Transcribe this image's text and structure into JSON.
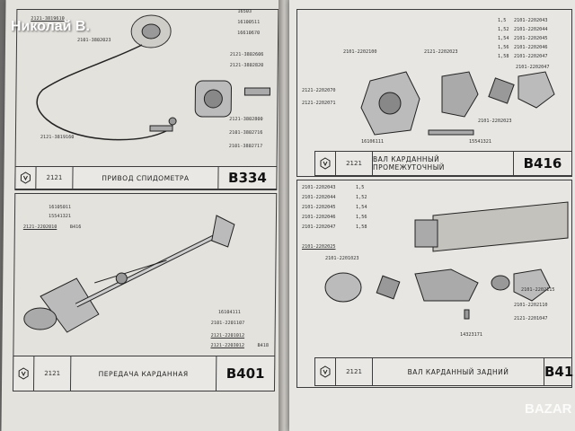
{
  "watermark": {
    "author": "Николай В."
  },
  "left_page": {
    "top": {
      "model": "2121",
      "title": "ПРИВОД СПИДОМЕТРА",
      "code": "В334",
      "parts": [
        "2121-3819610",
        "2101-3802023",
        "16503",
        "16100511",
        "16610670",
        "2121-3802606",
        "2121-3802820",
        "2121-3802800",
        "2101-3802716",
        "2101-3802717",
        "2121-3819160"
      ]
    },
    "bottom": {
      "model": "2121",
      "title": "ПЕРЕДАЧА КАРДАННАЯ",
      "code": "В401",
      "parts": [
        "16105011",
        "15541321",
        "2121-2202010",
        "В416",
        "16104111",
        "2101-2201107",
        "2121-2201012",
        "2121-2203012",
        "В418"
      ]
    }
  },
  "right_page": {
    "top": {
      "model": "2121",
      "title": "ВАЛ КАРДАННЫЙ ПРОМЕЖУТОЧНЫЙ",
      "code": "В416",
      "parts": [
        "2101-2202043",
        "2101-2202044",
        "2101-2202045",
        "2101-2202046",
        "2101-2202047",
        "2101-2202100",
        "2121-2202023",
        "2121-2202070",
        "2121-2202071",
        "2101-2202023",
        "16106111",
        "15541321",
        "2101-2202047"
      ],
      "sizes": [
        "1,5",
        "1,52",
        "1,54",
        "1,56",
        "1,58"
      ]
    },
    "bottom": {
      "model": "2121",
      "title": "ВАЛ КАРДАННЫЙ ЗАДНИЙ",
      "code": "В41",
      "parts": [
        "2101-2202043",
        "2101-2202044",
        "2101-2202045",
        "2101-2202046",
        "2101-2202047",
        "2101-2202025",
        "2101-2201023",
        "2101-2202115",
        "2101-2202110",
        "2121-2201047",
        "14323171"
      ],
      "sizes": [
        "1,5",
        "1,52",
        "1,54",
        "1,56",
        "1,58"
      ]
    }
  },
  "site_logo": "BAZAR"
}
